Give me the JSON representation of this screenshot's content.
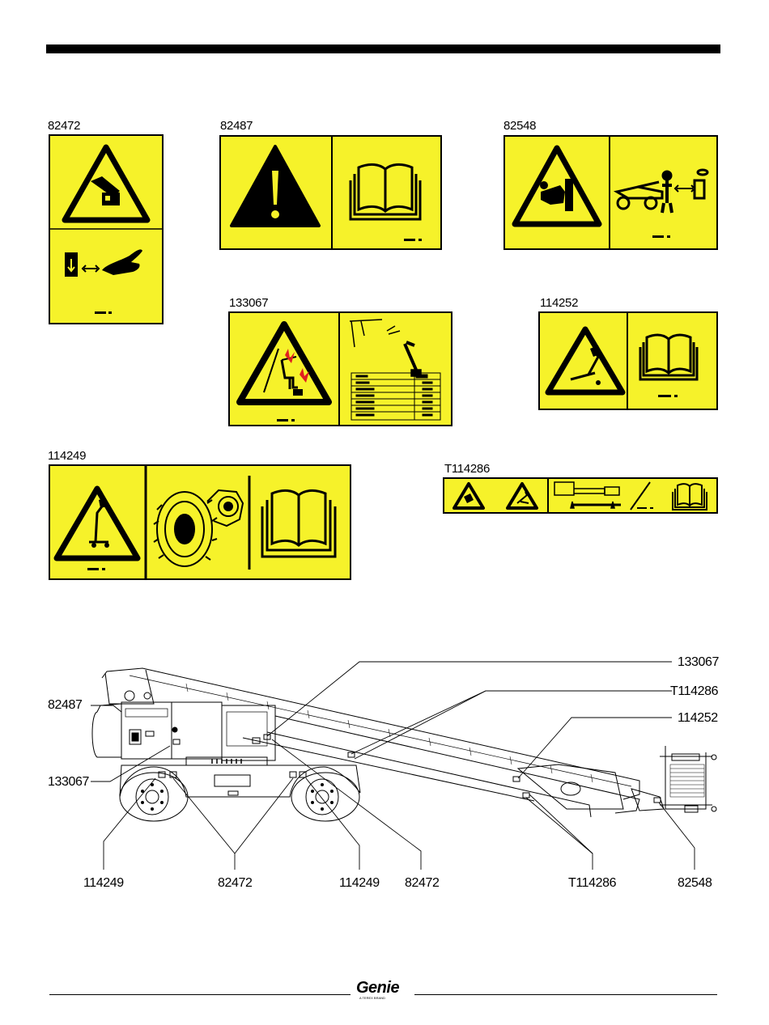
{
  "decals": {
    "d82472": "82472",
    "d82487": "82487",
    "d82548": "82548",
    "d133067": "133067",
    "d114252": "114252",
    "d114249": "114249",
    "dT114286": "T114286"
  },
  "callouts": {
    "c133067": "133067",
    "cT114286_top": "T114286",
    "c114252": "114252",
    "c82487": "82487",
    "c133067_left": "133067",
    "c114249_a": "114249",
    "c82472_a": "82472",
    "c114249_b": "114249",
    "c82472_b": "82472",
    "cT114286_bottom": "T114286",
    "c82548": "82548"
  },
  "logo": {
    "word": "Genie",
    "sub": "A TEREX BRAND"
  },
  "colors": {
    "decal_yellow": "#F6F22A",
    "ink": "#000000"
  }
}
